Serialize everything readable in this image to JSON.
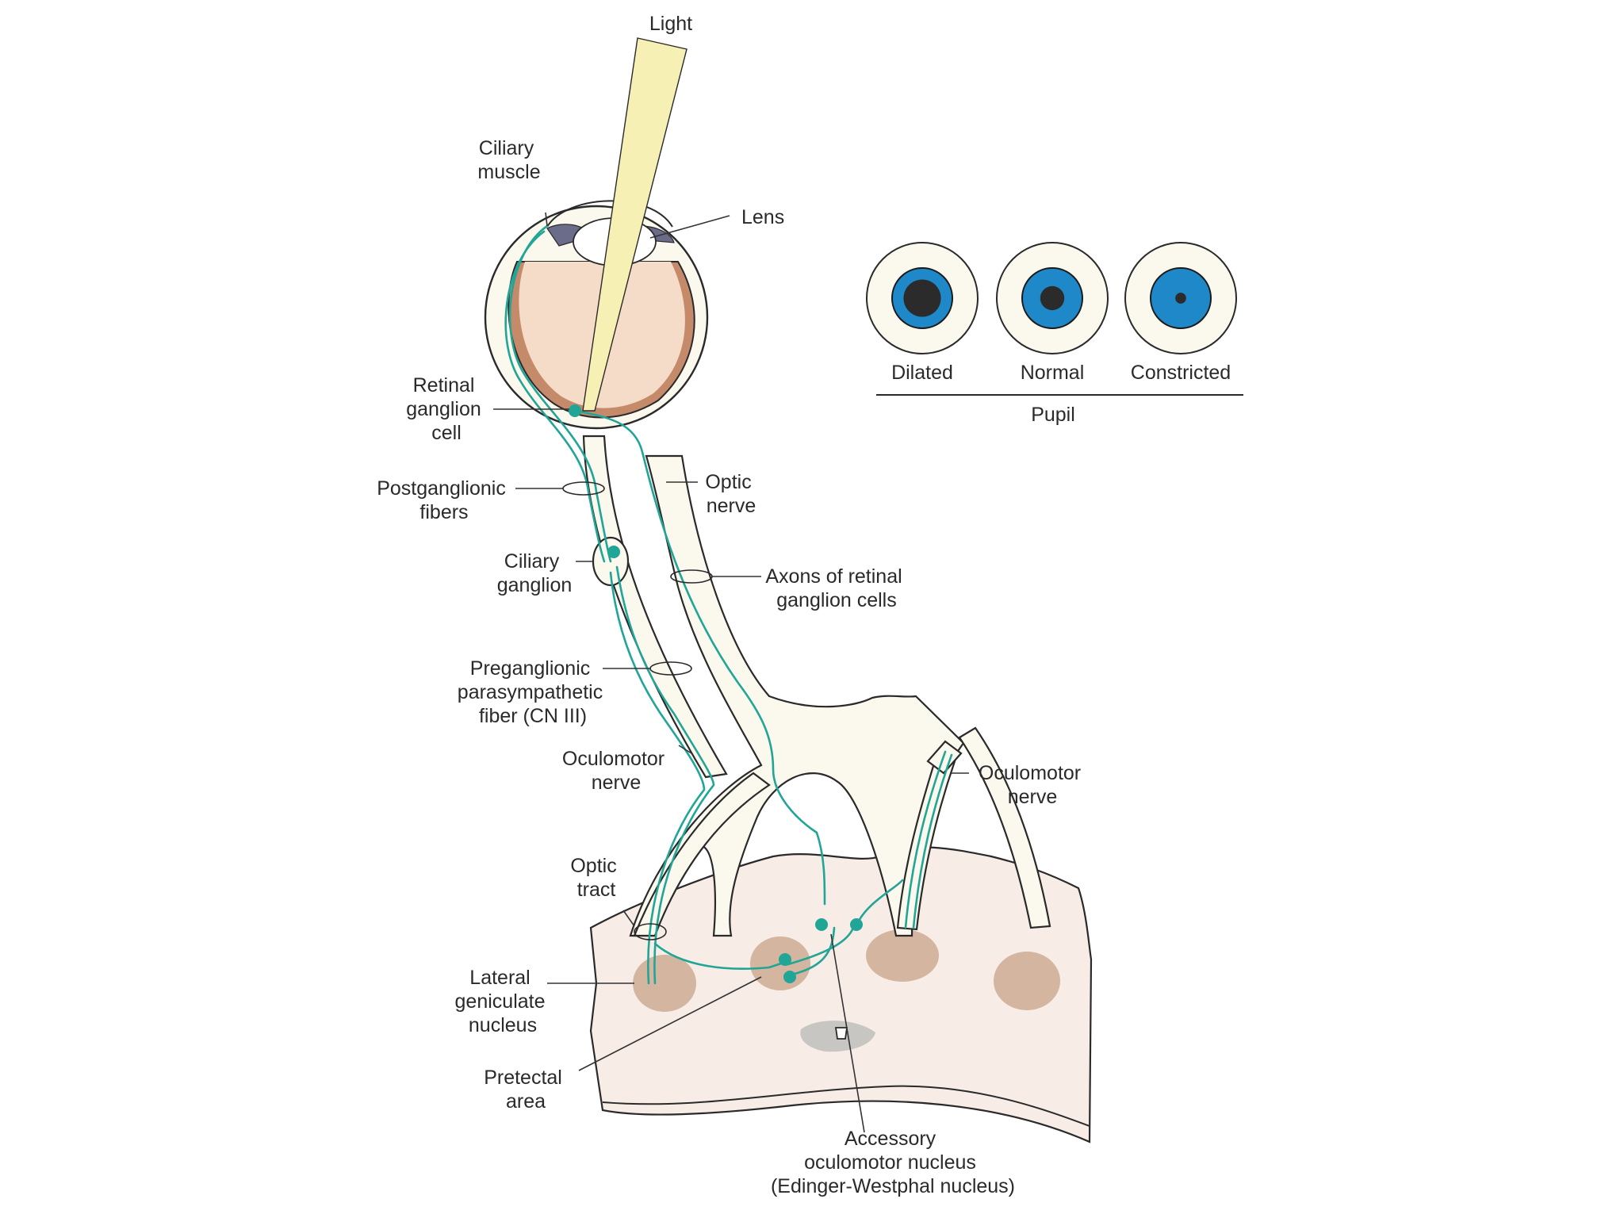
{
  "diagram": {
    "labels": {
      "light": "Light",
      "ciliary_muscle": [
        "Ciliary",
        "muscle"
      ],
      "lens": "Lens",
      "retinal_ganglion_cell": [
        "Retinal",
        "ganglion",
        "cell"
      ],
      "postganglionic_fibers": [
        "Postganglionic",
        "fibers"
      ],
      "optic_nerve": [
        "Optic",
        "nerve"
      ],
      "ciliary_ganglion": [
        "Ciliary",
        "ganglion"
      ],
      "axons_of_retinal_ganglion_cells": [
        "Axons of retinal",
        "ganglion cells"
      ],
      "preganglionic_fiber": [
        "Preganglionic",
        "parasympathetic",
        "fiber (CN III)"
      ],
      "oculomotor_nerve_left": [
        "Oculomotor",
        "nerve"
      ],
      "oculomotor_nerve_right": [
        "Oculomotor",
        "nerve"
      ],
      "optic_tract": [
        "Optic",
        "tract"
      ],
      "lateral_geniculate_nucleus": [
        "Lateral",
        "geniculate",
        "nucleus"
      ],
      "pretectal_area": [
        "Pretectal",
        "area"
      ],
      "accessory_oculomotor_nucleus": [
        "Accessory",
        "oculomotor nucleus",
        "(Edinger-Westphal nucleus)"
      ]
    },
    "pupil": {
      "states": [
        {
          "label": "Dilated",
          "pupil_fraction": 0.62
        },
        {
          "label": "Normal",
          "pupil_fraction": 0.4
        },
        {
          "label": "Constricted",
          "pupil_fraction": 0.18
        }
      ],
      "title": "Pupil"
    },
    "colors": {
      "fiber": "#21a597",
      "iris": "#1e88c8",
      "pupil": "#2b2b2b",
      "nucleus": "#d3b5a0",
      "eye_interior": "#f5dcc8",
      "light_beam": "#f7f0b4",
      "brainstem": "#f7ede6",
      "ventricle": "#c8c6c2"
    }
  }
}
